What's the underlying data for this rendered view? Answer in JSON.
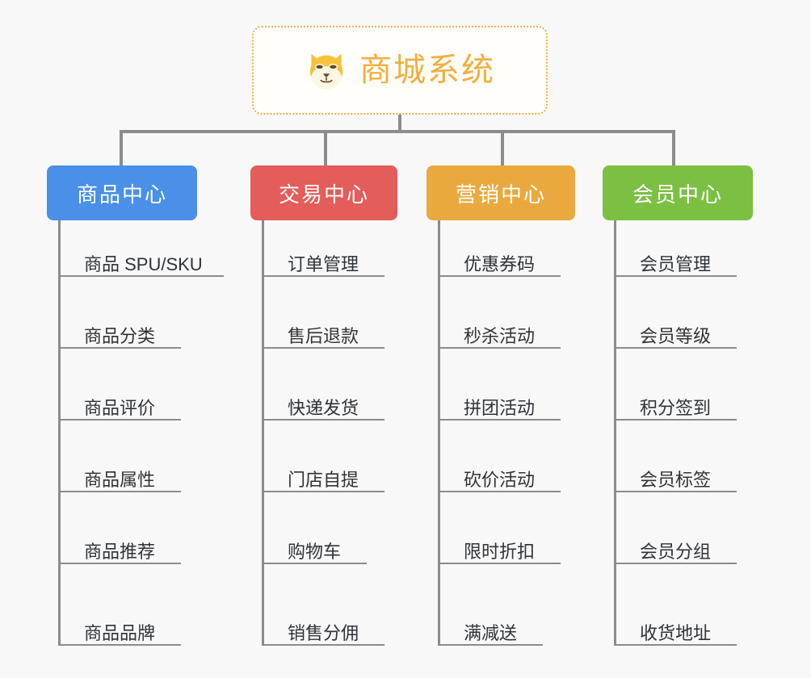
{
  "diagram": {
    "type": "mindmap",
    "background_color": "#f8f8f8",
    "root": {
      "title": "商城系统",
      "icon": "shiba-dog-face-icon",
      "border_color": "#edb14a",
      "text_color": "#f0b03e"
    },
    "branches": [
      {
        "label": "商品中心",
        "color": "#4a90e8",
        "items": [
          "商品 SPU/SKU",
          "商品分类",
          "商品评价",
          "商品属性",
          "商品推荐",
          "商品品牌"
        ]
      },
      {
        "label": "交易中心",
        "color": "#e35d5b",
        "items": [
          "订单管理",
          "售后退款",
          "快递发货",
          "门店自提",
          "购物车",
          "销售分佣"
        ]
      },
      {
        "label": "营销中心",
        "color": "#eaa93e",
        "items": [
          "优惠券码",
          "秒杀活动",
          "拼团活动",
          "砍价活动",
          "限时折扣",
          "满减送"
        ]
      },
      {
        "label": "会员中心",
        "color": "#7bc043",
        "items": [
          "会员管理",
          "会员等级",
          "积分签到",
          "会员标签",
          "会员分组",
          "收货地址"
        ]
      }
    ]
  }
}
